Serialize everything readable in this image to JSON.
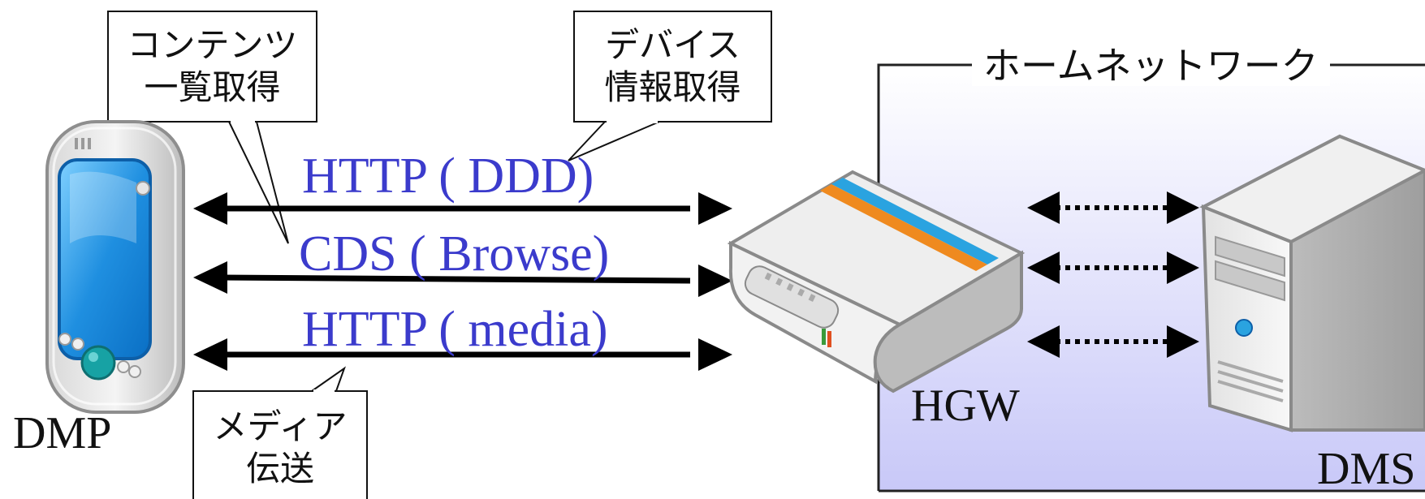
{
  "devices": {
    "dmp": "DMP",
    "hgw": "HGW",
    "dms": "DMS"
  },
  "home_network": {
    "label": "ホームネットワーク"
  },
  "callouts": {
    "content_list": [
      "コンテンツ",
      "一覧取得"
    ],
    "device_info": [
      "デバイス",
      "情報取得"
    ],
    "media_transfer": [
      "メディア",
      "伝送"
    ]
  },
  "protocols": {
    "ddd": "HTTP ( DDD)",
    "cds": "CDS ( Browse)",
    "media": "HTTP ( media)"
  },
  "colors": {
    "protocol_text": "#3b3bcc",
    "network_gradient_top": "#ffffff",
    "network_gradient_bottom": "#c8c8f8",
    "screen_blue": "#1f8fe0",
    "stripe_blue": "#2aa3e0",
    "stripe_orange": "#ef8a1f"
  }
}
